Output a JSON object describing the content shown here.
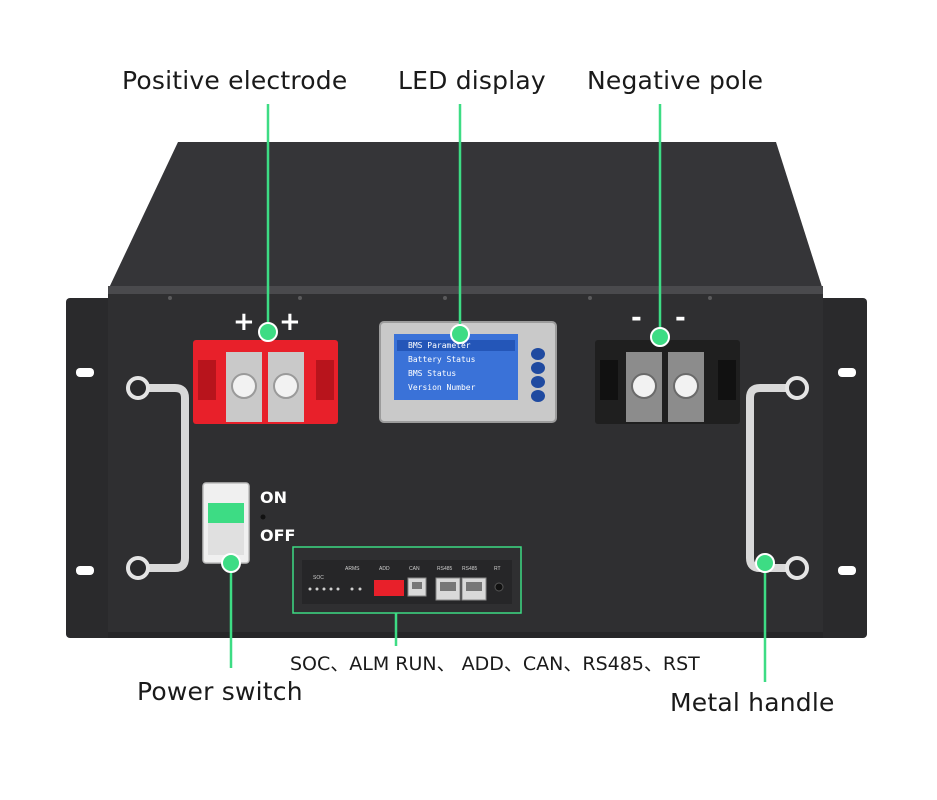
{
  "labels": {
    "positive_electrode": "Positive electrode",
    "led_display": "LED display",
    "negative_pole": "Negative pole",
    "power_switch": "Power switch",
    "metal_handle": "Metal handle",
    "ports_caption": "SOC、ALM RUN、 ADD、CAN、RS485、RST"
  },
  "terminals": {
    "positive_signs": [
      "+",
      "+"
    ],
    "negative_signs": [
      "-",
      "-"
    ]
  },
  "switch": {
    "on": "ON",
    "off": "OFF"
  },
  "lcd_menu": [
    {
      "label": "BMS Parameter",
      "selected": true
    },
    {
      "label": "Battery Status",
      "selected": false
    },
    {
      "label": "BMS Status",
      "selected": false
    },
    {
      "label": "Version Number",
      "selected": false
    }
  ],
  "port_panel_labels": [
    "SOC",
    "ARMS",
    "ADD",
    "CAN",
    "RS485",
    "RS485",
    "RT"
  ],
  "colors": {
    "callout_line": "#3ddc84",
    "panel": "#2f2f31",
    "positive": "#e8202a",
    "negative": "#1f1f1f",
    "lcd": "#3a72d8"
  }
}
